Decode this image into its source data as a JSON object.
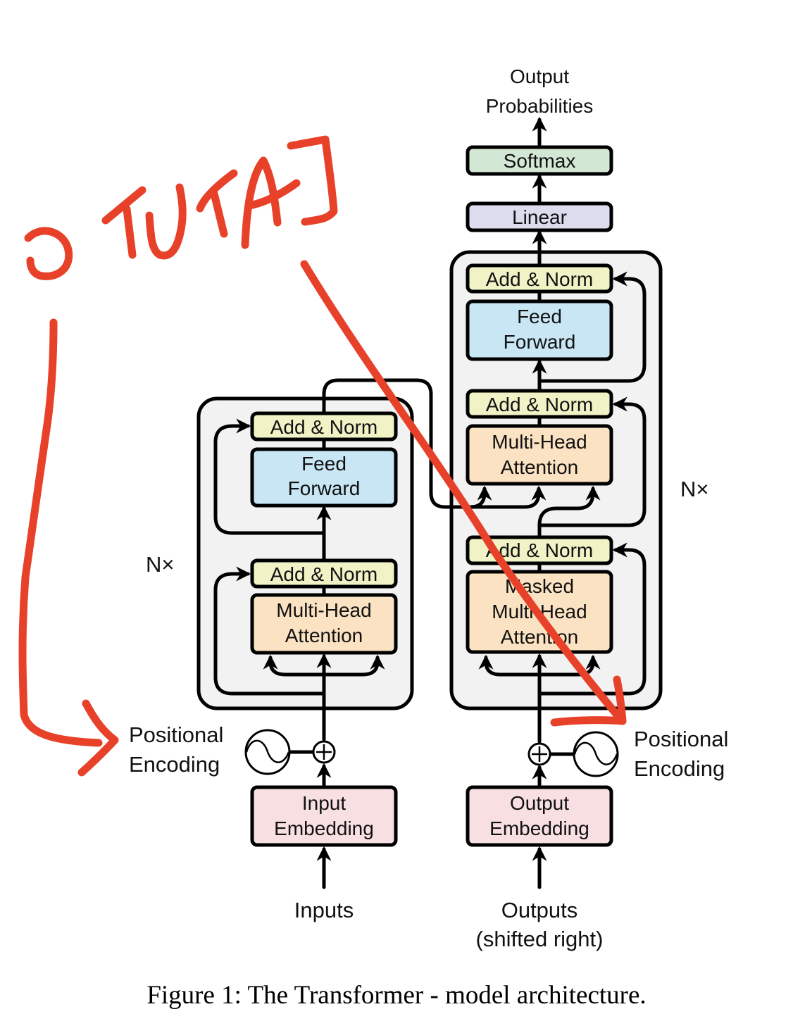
{
  "colors": {
    "add_norm": "#f1f3c7",
    "feed_forward": "#c8e6f4",
    "attention": "#fbe2c2",
    "embedding": "#f7dfe2",
    "linear": "#dcdcee",
    "softmax": "#d2e8d4",
    "stack_bg": "#f2f2f2",
    "annotation": "#e8412a"
  },
  "top": {
    "output_probabilities": [
      "Output",
      "Probabilities"
    ],
    "softmax": "Softmax",
    "linear": "Linear"
  },
  "encoder": {
    "repeat_label": "N×",
    "add_norm_top": "Add & Norm",
    "feed_forward": [
      "Feed",
      "Forward"
    ],
    "add_norm_bottom": "Add & Norm",
    "attention": [
      "Multi-Head",
      "Attention"
    ],
    "positional_encoding": [
      "Positional",
      "Encoding"
    ],
    "embedding": [
      "Input",
      "Embedding"
    ],
    "input_label": "Inputs"
  },
  "decoder": {
    "repeat_label": "N×",
    "add_norm_top": "Add & Norm",
    "feed_forward": [
      "Feed",
      "Forward"
    ],
    "add_norm_mid": "Add & Norm",
    "cross_attention": [
      "Multi-Head",
      "Attention"
    ],
    "add_norm_bottom": "Add & Norm",
    "masked_attention": [
      "Masked",
      "Multi-Head",
      "Attention"
    ],
    "positional_encoding": [
      "Positional",
      "Encoding"
    ],
    "embedding": [
      "Output",
      "Embedding"
    ],
    "input_label": [
      "Outputs",
      "(shifted right)"
    ]
  },
  "annotation": {
    "handwritten_text": "ɔ TUTA]"
  },
  "caption": "Figure 1: The Transformer - model architecture."
}
